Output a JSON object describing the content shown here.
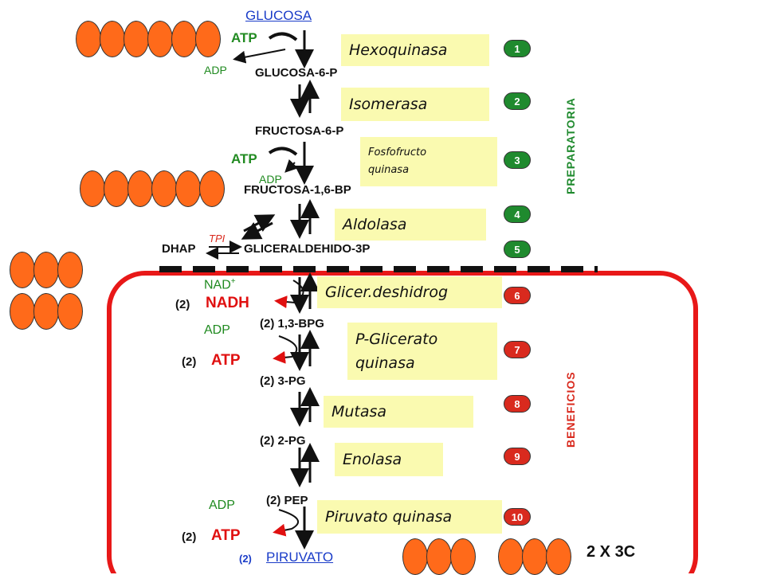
{
  "top_substrate": "GLUCOSA",
  "bottom_product": "PIRUVATO",
  "bottom_product_count": "(2)",
  "metabolites": {
    "g6p": "GLUCOSA-6-P",
    "f6p": "FRUCTOSA-6-P",
    "f16bp": "FRUCTOSA-1,6-BP",
    "dhap": "DHAP",
    "g3p": "GLICERALDEHIDO-3P",
    "bpg": "1,3-BPG",
    "pg3": "3-PG",
    "pg2": "2-PG",
    "pep": "PEP"
  },
  "counts": {
    "bpg": "(2)",
    "pg3": "(2)",
    "pg2": "(2)",
    "pep": "(2)",
    "nadh": "(2)",
    "atp7": "(2)",
    "atp10": "(2)"
  },
  "cofactors": {
    "atp1": "ATP",
    "adp1": "ADP",
    "atp3": "ATP",
    "adp3": "ADP",
    "nad": "NAD",
    "nad_sup": "+",
    "nadh": "NADH",
    "adp7": "ADP",
    "atp7": "ATP",
    "adp10": "ADP",
    "atp10": "ATP",
    "tpi": "TPI"
  },
  "enzymes": [
    "Hexoquinasa",
    "Isomerasa",
    "Fosfofructo quinasa",
    "Aldolasa",
    "Glicer.deshidrog",
    "P-Glicerato quinasa",
    "Mutasa",
    "Enolasa",
    "Piruvato quinasa"
  ],
  "steps": [
    "1",
    "2",
    "3",
    "4",
    "5",
    "6",
    "7",
    "8",
    "9",
    "10"
  ],
  "phases": {
    "top": "PREPARATORIA",
    "bottom": "BENEFICIOS"
  },
  "result": "2 X 3C",
  "colors": {
    "box": "#e81818",
    "enzyme_bg": "#fafab0",
    "bead": "#ff6a1a",
    "badge_green": "#1f8a2e",
    "badge_red": "#d92a1e",
    "link": "#1a3cc8"
  }
}
